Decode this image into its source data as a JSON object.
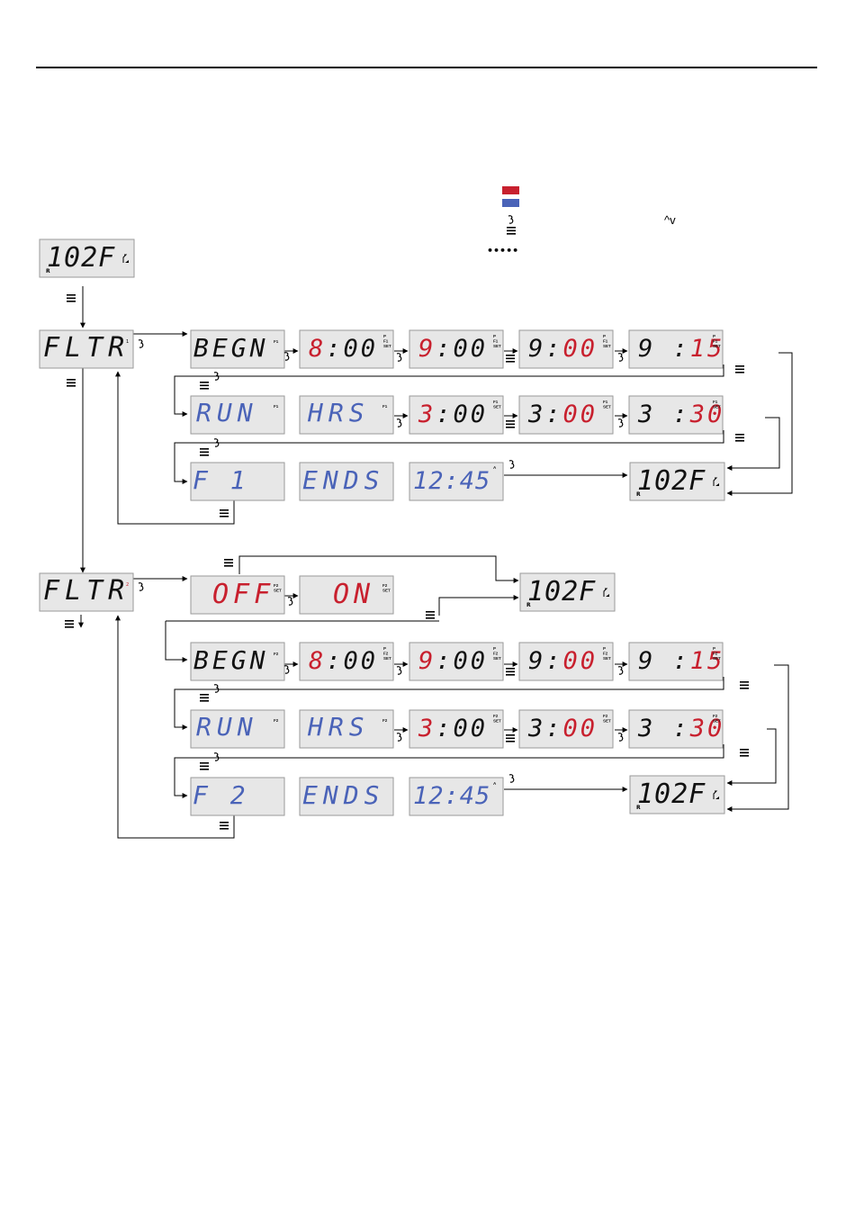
{
  "colors": {
    "red": "#c8202e",
    "blue": "#4a63b8",
    "black": "#111111",
    "panel_bg": "#e7e7e7",
    "panel_border": "#9a9a9a"
  },
  "legend": {
    "updown_glyph": "^v",
    "dots": "•••••"
  },
  "icons": {
    "menu": "menu-lines-icon",
    "temp": "temperature-arrow-icon",
    "reset": "reset-r-icon",
    "deg": "degree-icon"
  },
  "screens": {
    "temp_text": "102F",
    "reset_letter": "R",
    "fltr": "FLTR",
    "begn": "BEGN",
    "run": "RUN",
    "hrs": "HRS",
    "ends": "ENDS",
    "f1": "F  1",
    "f2": "F  2",
    "end_time": "12:45",
    "off": "OFF",
    "on": "ON",
    "f1_code": "F1",
    "f2_code": "F2",
    "set_code": "SET",
    "am": "A",
    "pm": "P"
  },
  "filter1": {
    "begin_steps": [
      {
        "prefix": "",
        "red": "8",
        "rest": ":00"
      },
      {
        "prefix": "",
        "red": "9",
        "rest": ":00"
      },
      {
        "prefix": "9:",
        "red": "00",
        "rest": ""
      },
      {
        "prefix": "9 :",
        "red": "15",
        "rest": ""
      }
    ],
    "run_steps": [
      {
        "prefix": "",
        "red": "3",
        "rest": ":00"
      },
      {
        "prefix": "3:",
        "red": "00",
        "rest": ""
      },
      {
        "prefix": "3 :",
        "red": "30",
        "rest": ""
      }
    ]
  },
  "filter2": {
    "begin_steps": [
      {
        "prefix": "",
        "red": "8",
        "rest": ":00"
      },
      {
        "prefix": "",
        "red": "9",
        "rest": ":00"
      },
      {
        "prefix": "9:",
        "red": "00",
        "rest": ""
      },
      {
        "prefix": "9 :",
        "red": "15",
        "rest": ""
      }
    ],
    "run_steps": [
      {
        "prefix": "",
        "red": "3",
        "rest": ":00"
      },
      {
        "prefix": "3:",
        "red": "00",
        "rest": ""
      },
      {
        "prefix": "3 :",
        "red": "30",
        "rest": ""
      }
    ]
  }
}
